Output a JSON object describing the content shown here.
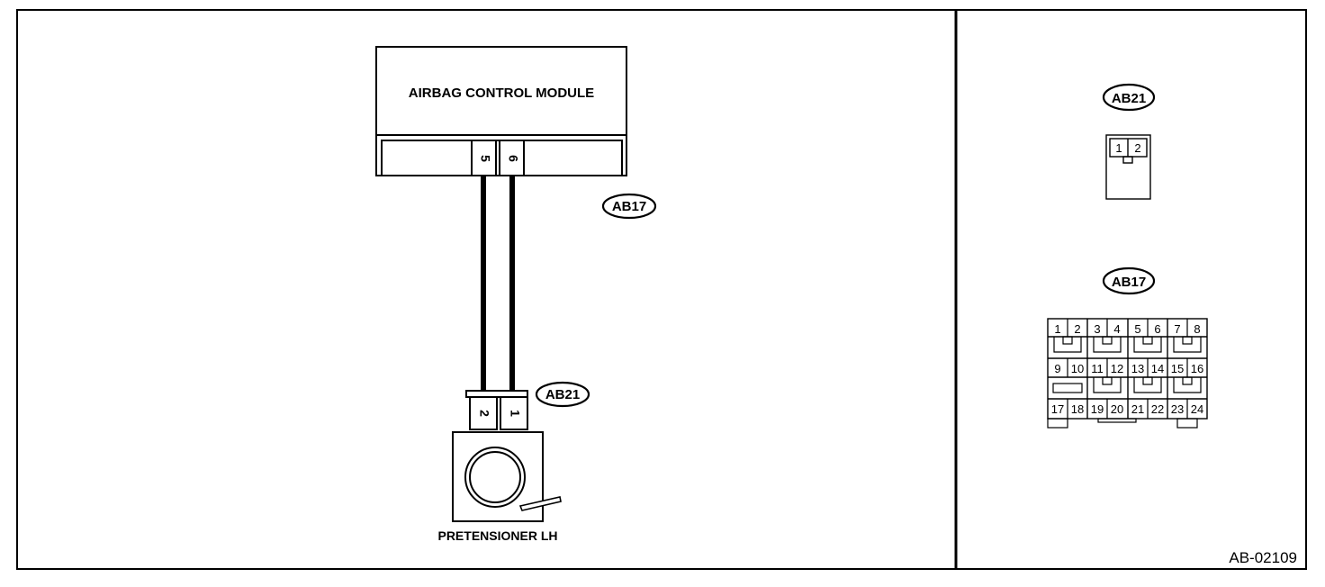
{
  "module": {
    "title": "AIRBAG CONTROL MODULE",
    "pins": [
      "5",
      "6"
    ]
  },
  "connector_ab17": {
    "tag": "AB17"
  },
  "connector_ab21": {
    "tag": "AB21",
    "pins": [
      "2",
      "1"
    ]
  },
  "pretensioner": {
    "label": "PRETENSIONER LH"
  },
  "side_view": {
    "ab21": {
      "tag": "AB21",
      "pins": [
        "1",
        "2"
      ]
    },
    "ab17": {
      "tag": "AB17",
      "row1": [
        "1",
        "2",
        "3",
        "4",
        "5",
        "6",
        "7",
        "8"
      ],
      "row2": [
        "9",
        "10",
        "11",
        "12",
        "13",
        "14",
        "15",
        "16"
      ],
      "row3": [
        "17",
        "18",
        "19",
        "20",
        "21",
        "22",
        "23",
        "24"
      ]
    }
  },
  "diagram_code": "AB-02109"
}
